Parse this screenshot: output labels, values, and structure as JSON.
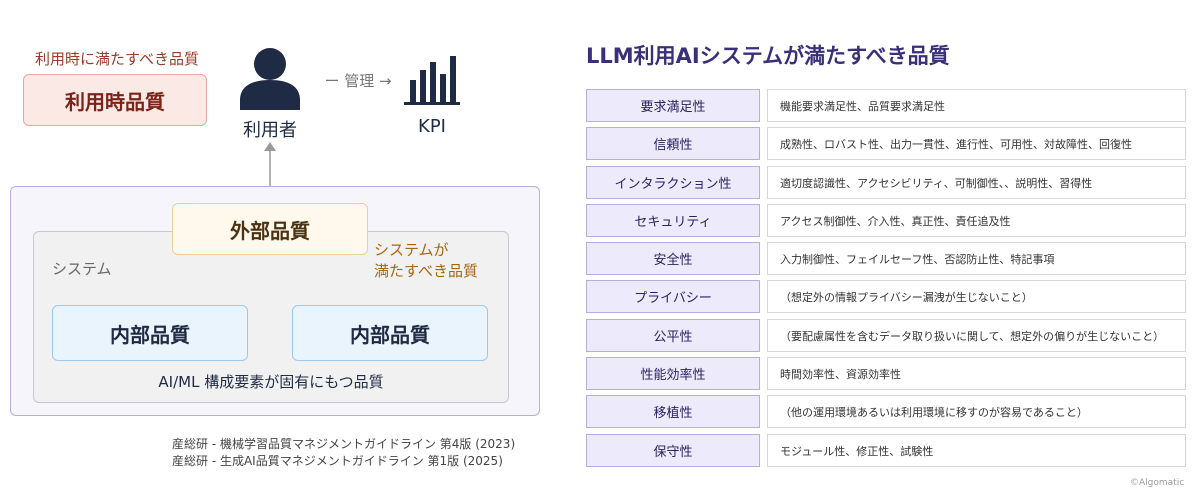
{
  "left_diagram": {
    "quality_label": "利用時に満たすべき品質",
    "usage_quality_box": "利用時品質",
    "user_label": "利用者",
    "manage_label": "ー 管理 →",
    "kpi_label": "KPI",
    "external_quality_box": "外部品質",
    "system_label": "システム",
    "system_quality_label": "システムが\n満たすべき品質",
    "internal_quality_left": "内部品質",
    "internal_quality_right": "内部品質",
    "aiml_label": "AI/ML 構成要素が固有にもつ品質",
    "source_1": "産総研 - 機械学習品質マネジメントガイドライン 第4版 (2023)",
    "source_2": "産総研 - 生成AI品質マネジメントガイドライン 第1版 (2025)",
    "icons": [
      "user-icon",
      "bar-chart-icon"
    ]
  },
  "table": {
    "title": "LLM利用AIシステムが満たすべき品質",
    "rows": [
      {
        "category": "要求満足性",
        "description": "機能要求満足性、品質要求満足性"
      },
      {
        "category": "信頼性",
        "description": "成熟性、ロバスト性、出力一貫性、進行性、可用性、対故障性、回復性"
      },
      {
        "category": "インタラクション性",
        "description": "適切度認識性、アクセシビリティ、可制御性、、説明性、習得性"
      },
      {
        "category": "セキュリティ",
        "description": "アクセス制御性、介入性、真正性、責任追及性"
      },
      {
        "category": "安全性",
        "description": "入力制御性、フェイルセーフ性、否認防止性、特記事項"
      },
      {
        "category": "プライバシー",
        "description": "（想定外の情報プライバシー漏洩が生じないこと）"
      },
      {
        "category": "公平性",
        "description": "（要配慮属性を含むデータ取り扱いに関して、想定外の偏りが生じないこと）"
      },
      {
        "category": "性能効率性",
        "description": "時間効率性、資源効率性"
      },
      {
        "category": "移植性",
        "description": "（他の運用環境あるいは利用環境に移すのが容易であること）"
      },
      {
        "category": "保守性",
        "description": "モジュール性、修正性、試験性"
      }
    ]
  },
  "copyright": "©Algomatic",
  "colors": {
    "usage_box_border": "#e9a89d",
    "external_box_border": "#eccf9a",
    "internal_box_border": "#9ec8e9",
    "category_fill": "#eceafb",
    "title_color": "#3a2f7a",
    "icon_color": "#1f2a44"
  }
}
